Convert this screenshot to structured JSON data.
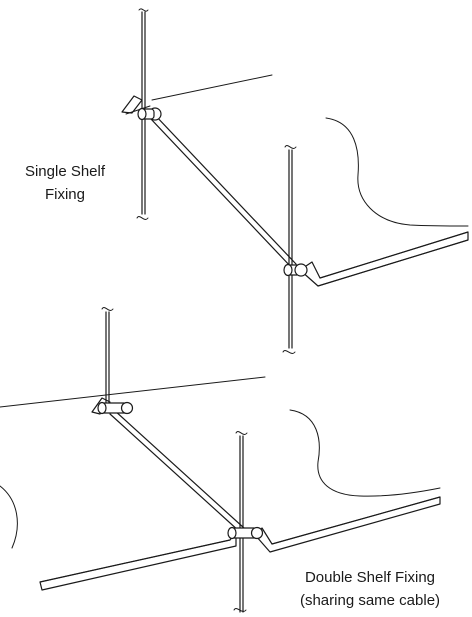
{
  "labels": {
    "single_line1": "Single Shelf",
    "single_line2": "Fixing",
    "double_line1": "Double Shelf Fixing",
    "double_line2": "(sharing same cable)"
  }
}
